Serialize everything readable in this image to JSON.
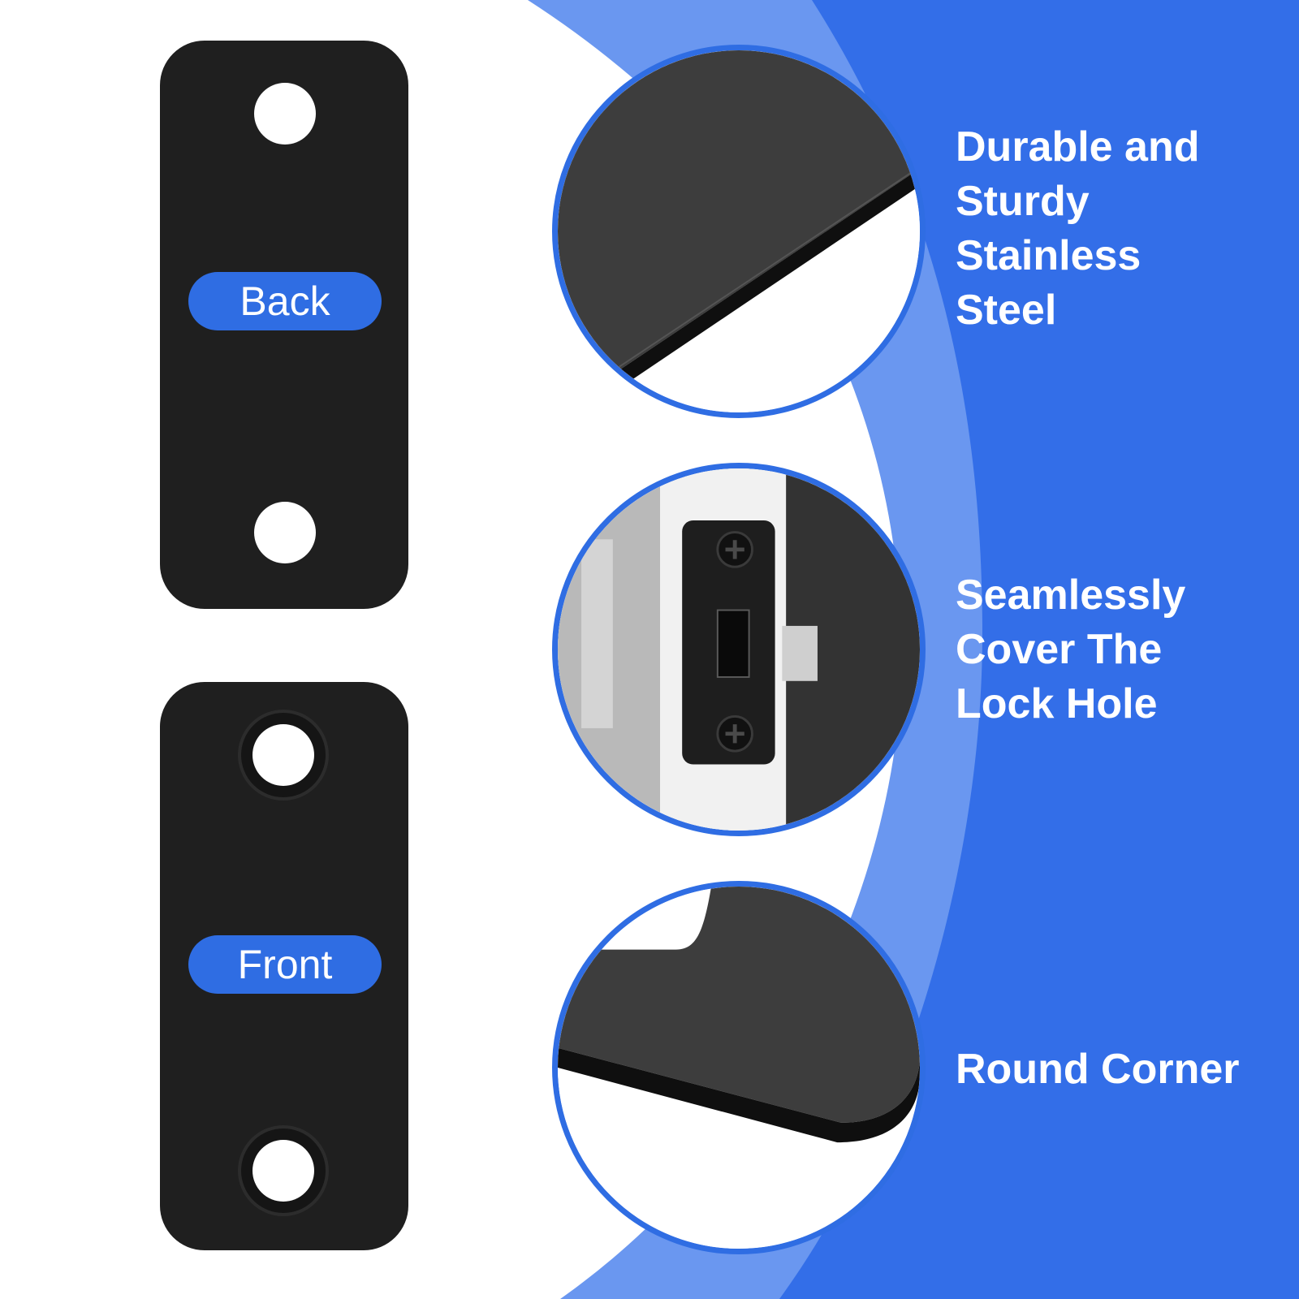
{
  "colors": {
    "accent": "#2f6de3",
    "accent_light": "#6a97f0",
    "plate": "#1f1f1f",
    "background": "#ffffff"
  },
  "plates": {
    "back_label": "Back",
    "front_label": "Front"
  },
  "features": {
    "durable": "Durable and\nSturdy\nStainless\nSteel",
    "seamless": "Seamlessly\nCover The\nLock Hole",
    "round": "Round Corner"
  }
}
